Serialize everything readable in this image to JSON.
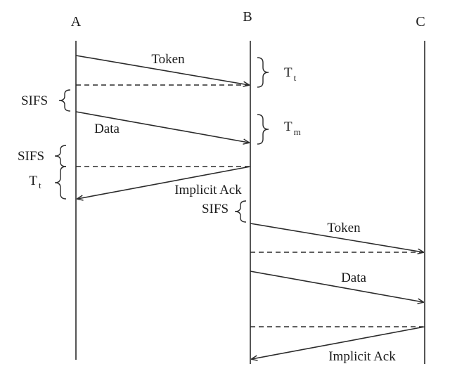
{
  "nodes": {
    "a": "A",
    "b": "B",
    "c": "C"
  },
  "messages": {
    "token_ab": "Token",
    "data_ab": "Data",
    "ack_ba": "Implicit Ack",
    "token_bc": "Token",
    "data_bc": "Data",
    "ack_cb": "Implicit Ack"
  },
  "intervals": {
    "sifs_a1": "SIFS",
    "sifs_a2": "SIFS",
    "tt_a_main": "T",
    "tt_a_sub": "t",
    "sifs_b": "SIFS",
    "tt_b_main": "T",
    "tt_b_sub": "t",
    "tm_b_main": "T",
    "tm_b_sub": "m"
  }
}
